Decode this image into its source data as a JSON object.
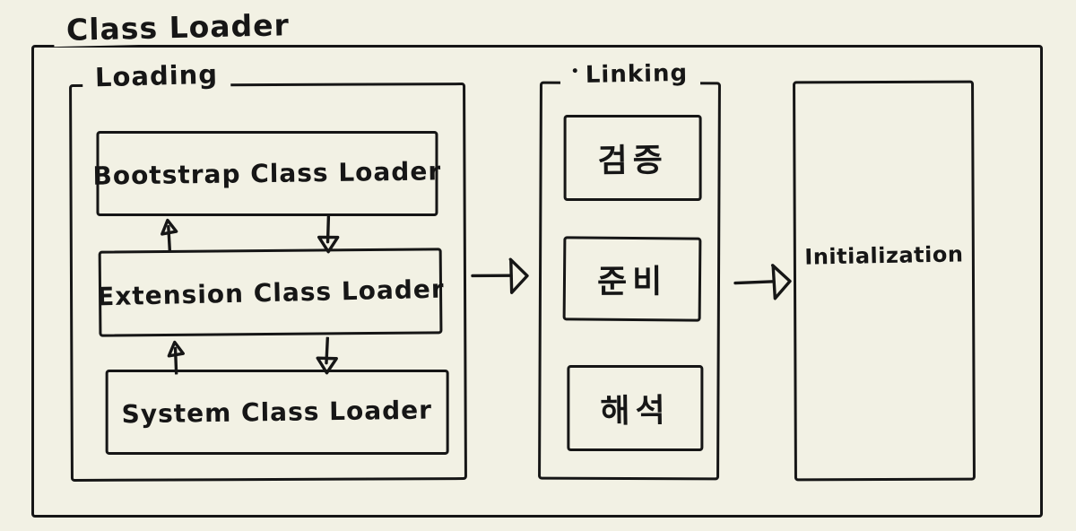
{
  "diagram": {
    "title": "Class Loader",
    "loading": {
      "title": "Loading",
      "boxes": [
        "Bootstrap Class Loader",
        "Extension Class Loader",
        "System Class Loader"
      ]
    },
    "linking": {
      "title": "Linking",
      "boxes": [
        "검증",
        "준비",
        "해석"
      ]
    },
    "initialization": {
      "title": "Initialization"
    },
    "colors": {
      "background": "#F2F1E4",
      "ink": "#161616"
    },
    "icons": {
      "up_arrow": "↑",
      "down_arrow": "↓",
      "right_arrow": "→"
    }
  }
}
